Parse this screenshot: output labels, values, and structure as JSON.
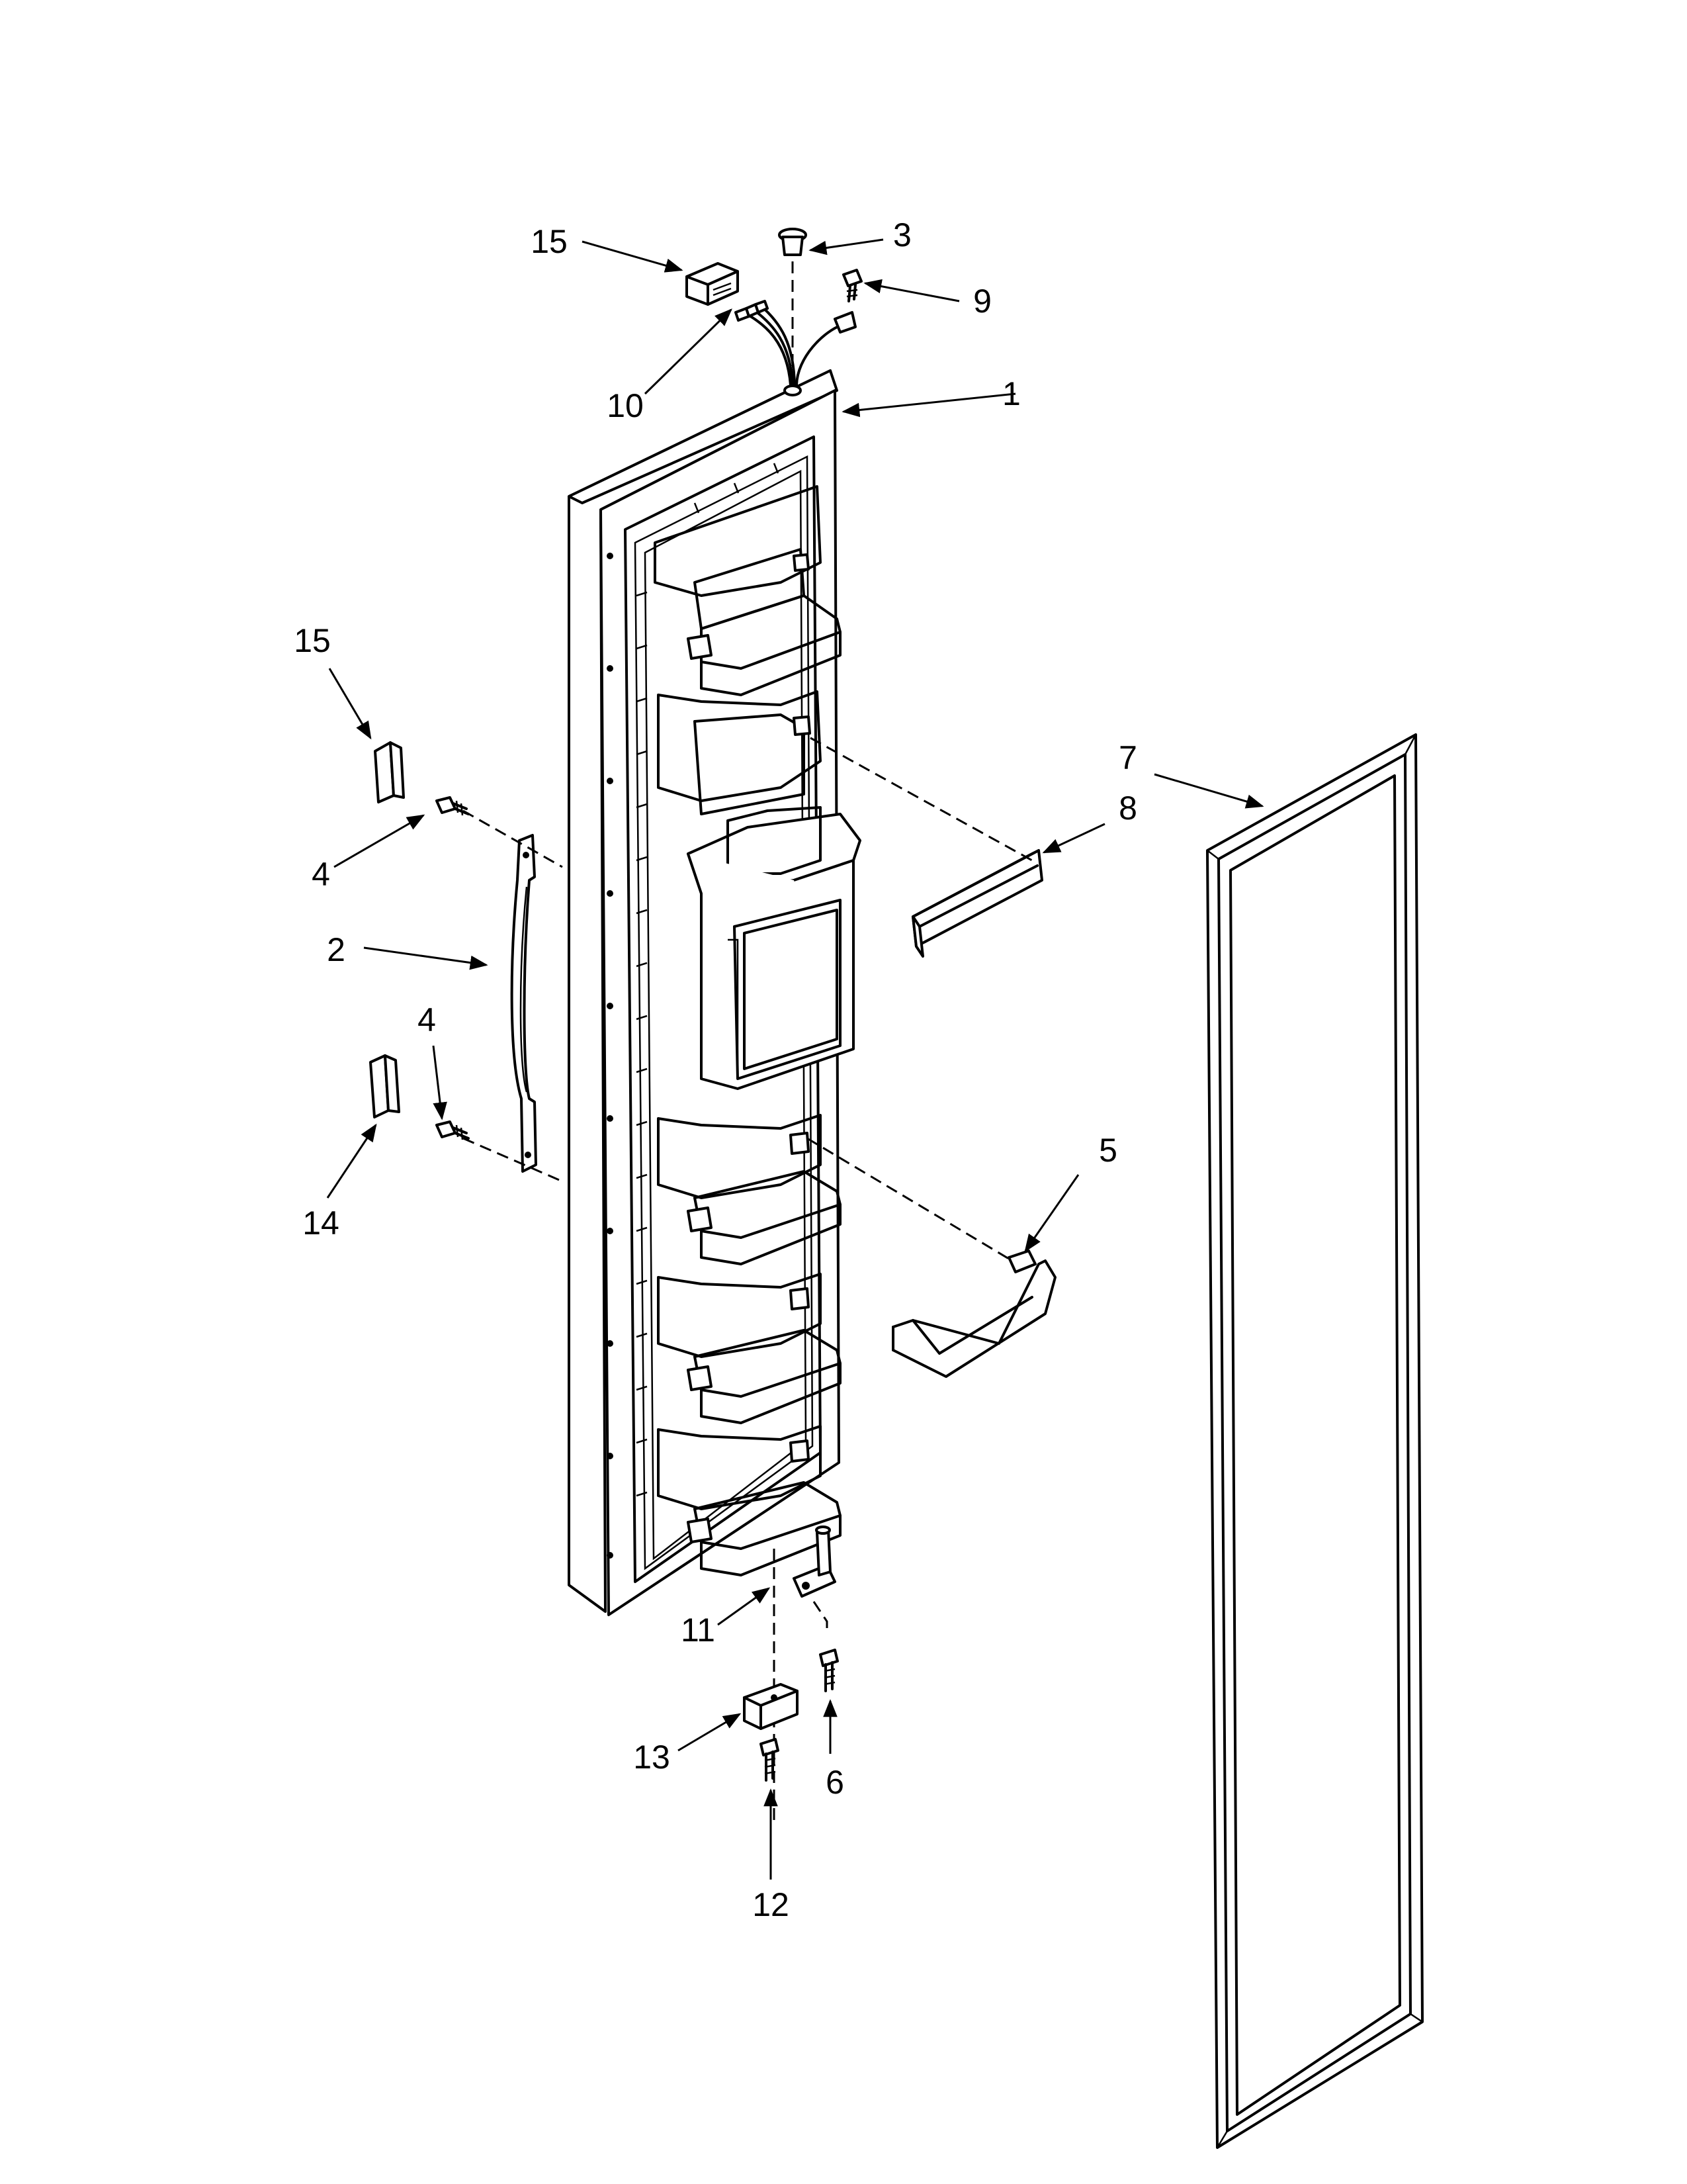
{
  "callouts": [
    {
      "id": "1",
      "label": "1"
    },
    {
      "id": "2",
      "label": "2"
    },
    {
      "id": "3",
      "label": "3"
    },
    {
      "id": "4a",
      "label": "4"
    },
    {
      "id": "4b",
      "label": "4"
    },
    {
      "id": "5",
      "label": "5"
    },
    {
      "id": "6",
      "label": "6"
    },
    {
      "id": "7",
      "label": "7"
    },
    {
      "id": "8",
      "label": "8"
    },
    {
      "id": "9",
      "label": "9"
    },
    {
      "id": "10",
      "label": "10"
    },
    {
      "id": "11",
      "label": "11"
    },
    {
      "id": "12",
      "label": "12"
    },
    {
      "id": "13",
      "label": "13"
    },
    {
      "id": "14",
      "label": "14"
    },
    {
      "id": "15a",
      "label": "15"
    },
    {
      "id": "15b",
      "label": "15"
    }
  ]
}
